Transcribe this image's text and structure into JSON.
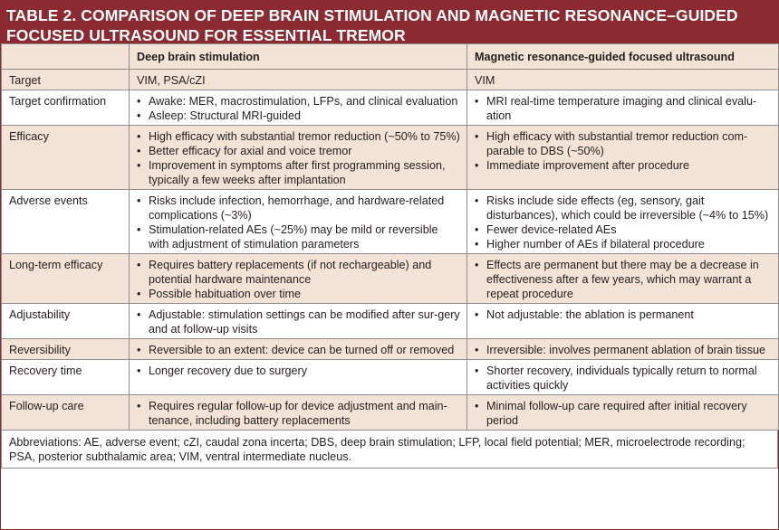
{
  "title": "TABLE 2. COMPARISON OF DEEP BRAIN STIMULATION AND MAGNETIC RESONANCE–GUIDED FOCUSED ULTRASOUND FOR ESSENTIAL TREMOR",
  "headers": [
    "",
    "Deep brain stimulation",
    "Magnetic resonance-guided focused ultrasound"
  ],
  "rows": [
    {
      "label": "Target",
      "dbs": [
        "VIM, PSA/cZI"
      ],
      "mrgfus": [
        "VIM"
      ],
      "bullets": false
    },
    {
      "label": "Target confirmation",
      "dbs": [
        "Awake: MER, macrostimulation, LFPs, and clinical evaluation",
        "Asleep: Structural MRI-guided"
      ],
      "mrgfus": [
        "MRI real-time temperature imaging and clinical evalu-ation"
      ],
      "bullets": true
    },
    {
      "label": "Efficacy",
      "dbs": [
        "High efficacy with substantial tremor reduction (~50% to 75%)",
        "Better efficacy for axial and voice tremor",
        "Improvement in symptoms after first programming session, typically a few weeks after implantation"
      ],
      "mrgfus": [
        "High efficacy with substantial tremor reduction com-parable to DBS (~50%)",
        "Immediate improvement after procedure"
      ],
      "bullets": true
    },
    {
      "label": "Adverse events",
      "dbs": [
        "Risks include infection, hemorrhage, and hardware-related complications (~3%)",
        "Stimulation-related AEs (~25%) may be mild or reversible with adjustment of stimulation parameters"
      ],
      "mrgfus": [
        "Risks include side effects (eg, sensory, gait disturbances), which could be irreversible (~4% to 15%)",
        "Fewer device-related AEs",
        "Higher number of AEs if bilateral procedure"
      ],
      "bullets": true
    },
    {
      "label": "Long-term efficacy",
      "dbs": [
        "Requires battery replacements (if not rechargeable) and potential hardware maintenance",
        "Possible habituation over time"
      ],
      "mrgfus": [
        "Effects are permanent but there may be a decrease in effectiveness after a few years, which may warrant a repeat procedure"
      ],
      "bullets": true
    },
    {
      "label": "Adjustability",
      "dbs": [
        "Adjustable: stimulation settings can be modified after sur-gery and at follow-up visits"
      ],
      "mrgfus": [
        "Not adjustable: the ablation is permanent"
      ],
      "bullets": true
    },
    {
      "label": "Reversibility",
      "dbs": [
        "Reversible to an extent: device can be turned off or removed"
      ],
      "mrgfus": [
        "Irreversible: involves permanent ablation of brain tissue"
      ],
      "bullets": true
    },
    {
      "label": "Recovery time",
      "dbs": [
        "Longer recovery due to surgery"
      ],
      "mrgfus": [
        "Shorter recovery, individuals typically return to normal activities quickly"
      ],
      "bullets": true
    },
    {
      "label": "Follow-up care",
      "dbs": [
        "Requires regular follow-up for device adjustment and main-tenance, including battery replacements"
      ],
      "mrgfus": [
        "Minimal follow-up care required after initial recovery period"
      ],
      "bullets": true
    }
  ],
  "footnote": "Abbreviations: AE, adverse event; cZI, caudal zona incerta; DBS, deep brain stimulation; LFP, local field potential; MER, microelectrode recording; PSA, posterior subthalamic area; VIM, ventral intermediate nucleus.",
  "colors": {
    "title_bg": "#8b2a30",
    "shade": "#f3e3d6",
    "border": "#8e8e8e"
  }
}
